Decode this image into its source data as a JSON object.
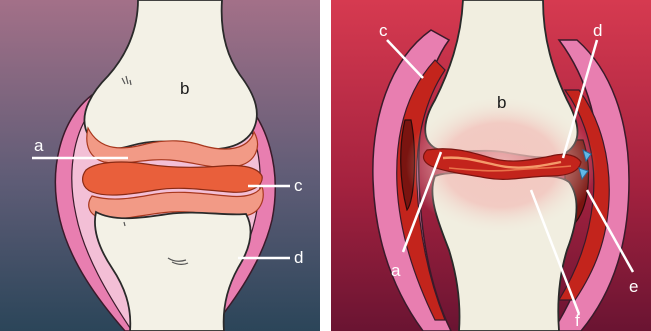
{
  "figure": {
    "left_panel": {
      "labels": {
        "a": "a",
        "b": "b",
        "c": "c",
        "d": "d"
      },
      "colors": {
        "bg_top": "#9a6a82",
        "bg_bottom": "#2d4658",
        "bone": "#f3f1e6",
        "capsule": "#e87eb0",
        "cartilage": "#f29a86",
        "synovium": "#d9482a"
      }
    },
    "right_panel": {
      "labels": {
        "a": "a",
        "b": "b",
        "c": "c",
        "d": "d",
        "e": "e",
        "f": "f"
      },
      "colors": {
        "bg_top": "#d23a52",
        "bg_bottom": "#6c1432",
        "bone": "#f1eee0",
        "inflamed": "#c3241c",
        "capsule": "#e87eb0",
        "fluid": "#62b8e8"
      }
    }
  }
}
